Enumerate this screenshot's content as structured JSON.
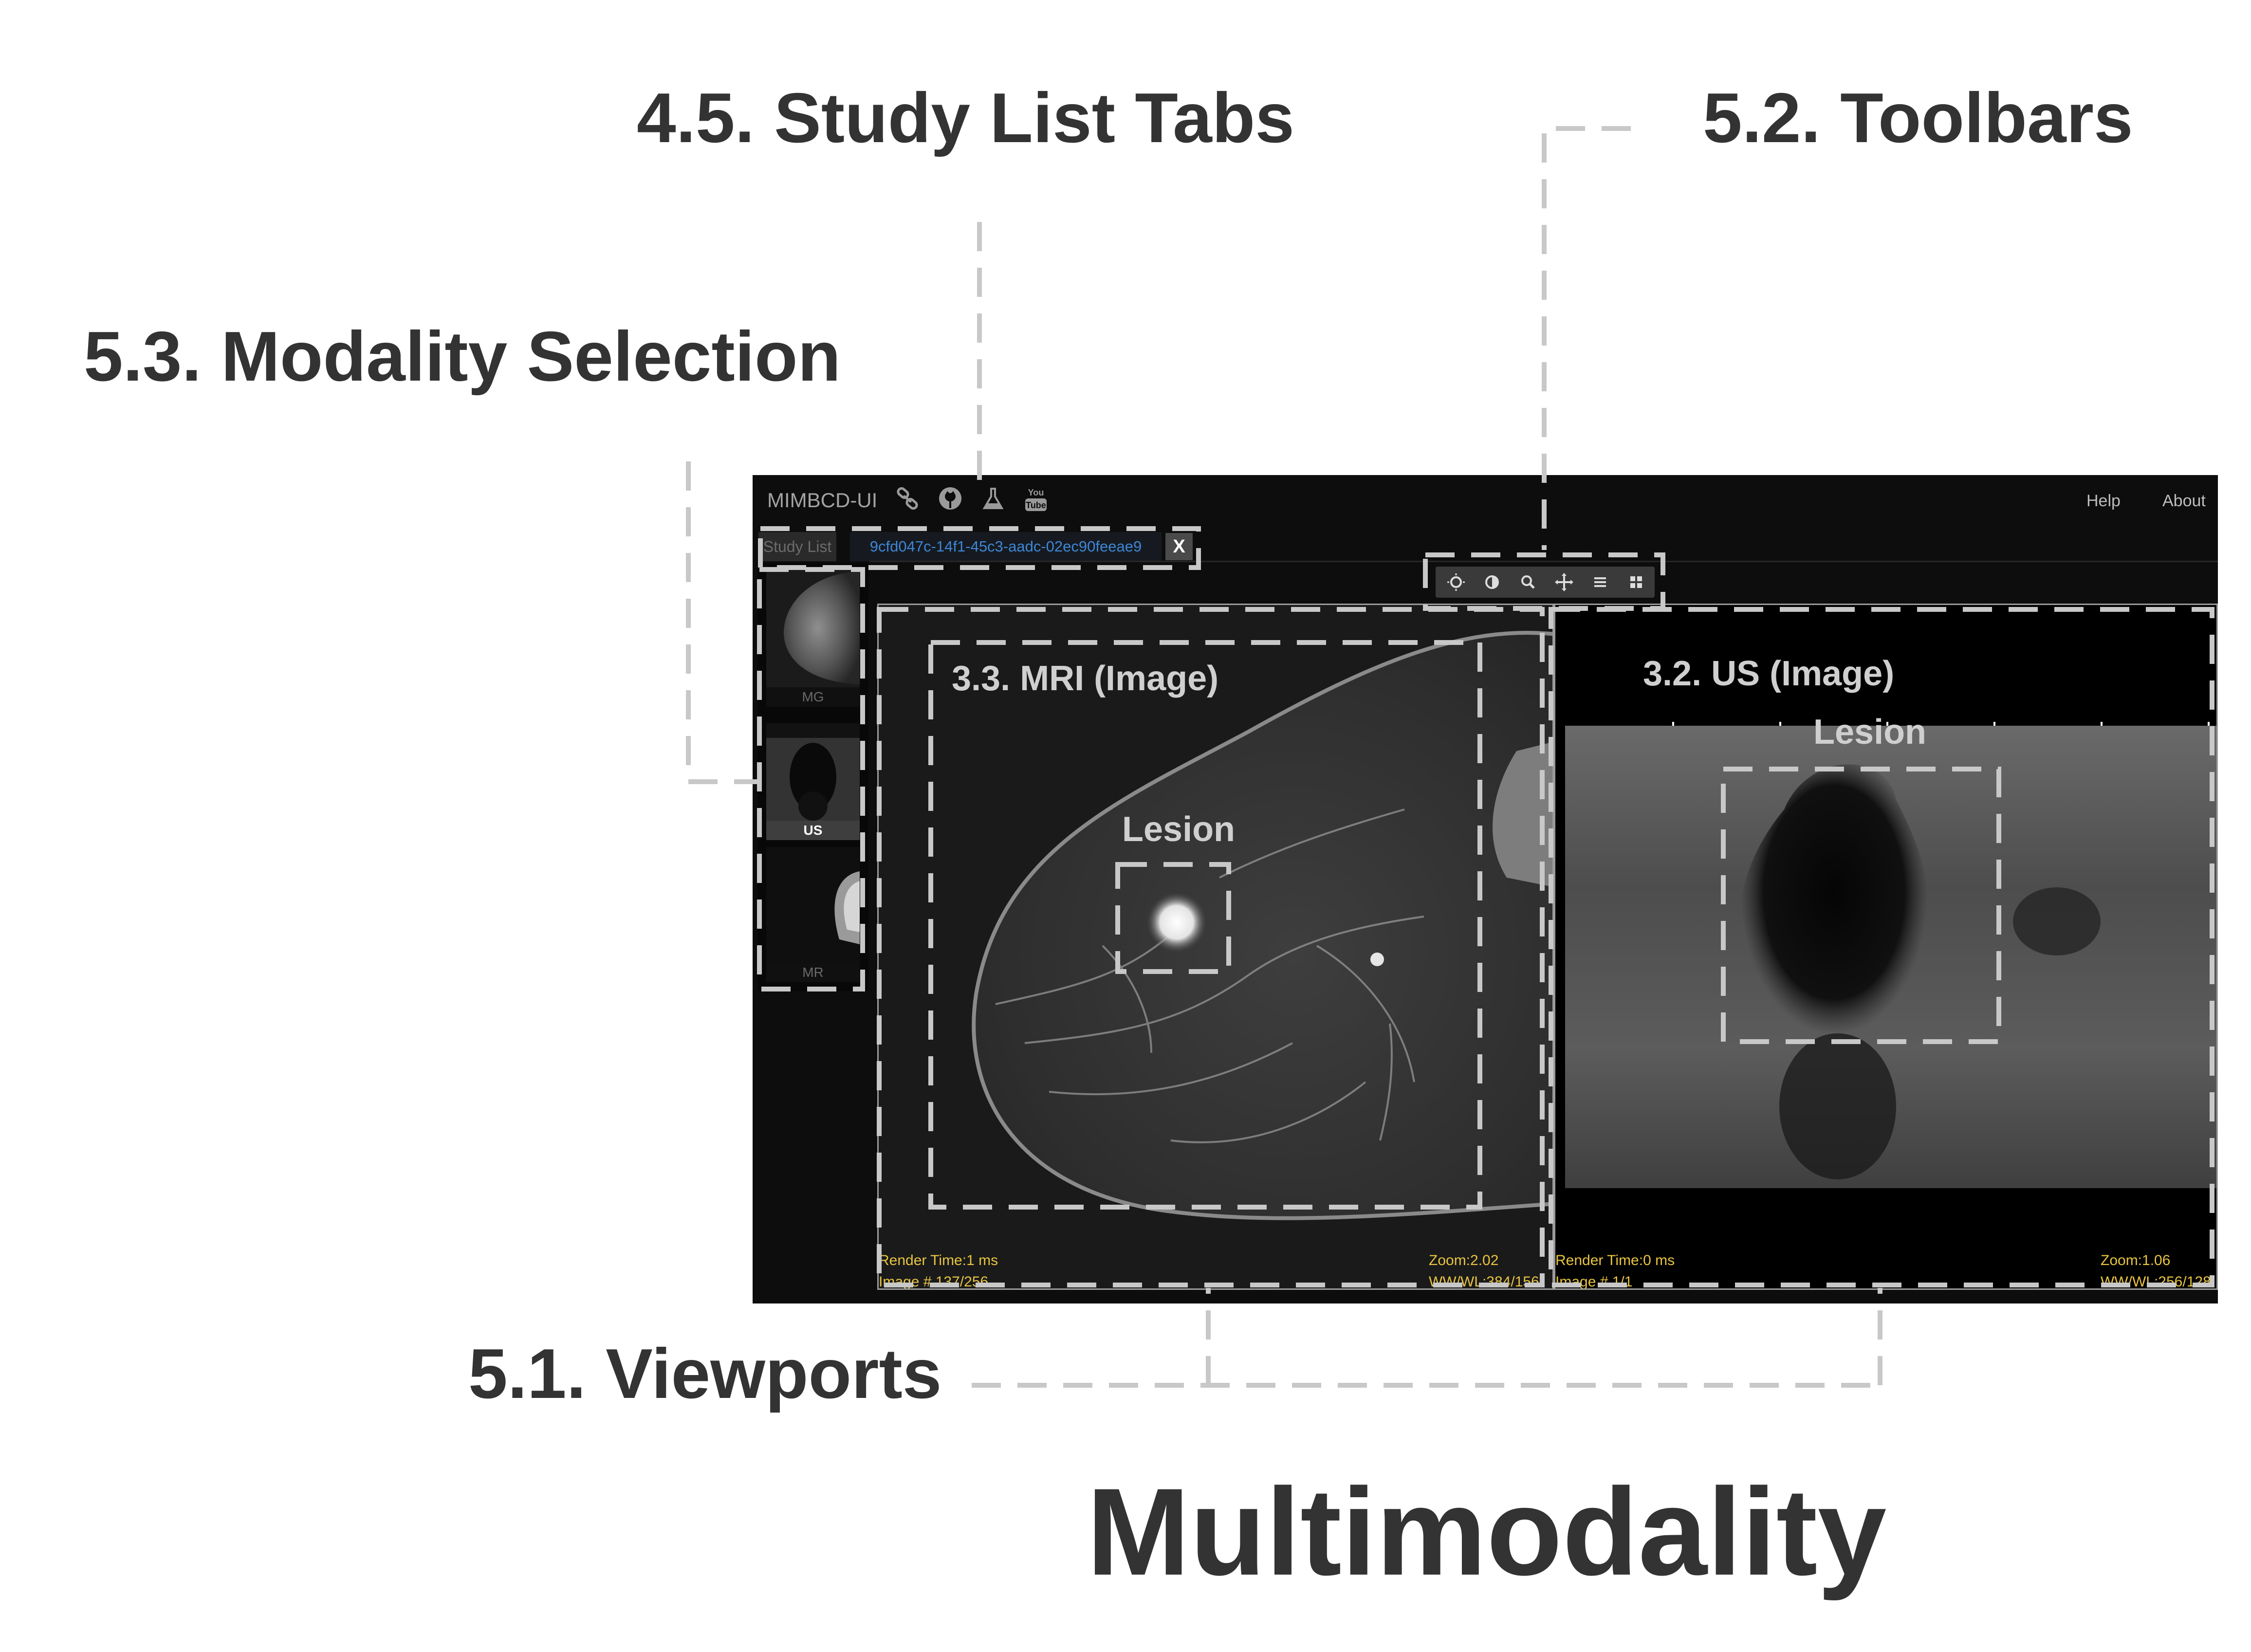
{
  "callouts": {
    "study_list_tabs": "4.5. Study List Tabs",
    "toolbars": "5.2. Toolbars",
    "modality_selection": "5.3. Modality Selection",
    "viewports": "5.1. Viewports"
  },
  "title": "Multimodality",
  "app": {
    "brand": "MIMBCD-UI",
    "header_icons": [
      "link-icon",
      "github-icon",
      "flask-icon",
      "youtube-icon"
    ],
    "youtube_icon_text": {
      "top": "You",
      "bottom": "Tube"
    },
    "nav": {
      "help": "Help",
      "about": "About"
    },
    "tabs": {
      "study_list": "Study List",
      "study_id": "9cfd047c-14f1-45c3-aadc-02ec90feeae9",
      "close": "X"
    },
    "toolbar_icons": [
      "wwwc-icon",
      "invert-icon",
      "zoom-icon",
      "pan-icon",
      "stack-scroll-icon",
      "layout-icon"
    ],
    "thumbnails": [
      {
        "label": "MG",
        "active": false
      },
      {
        "label": "US",
        "active": true
      },
      {
        "label": "MR",
        "active": false
      }
    ],
    "viewports": {
      "left": {
        "image_label": "3.3. MRI (Image)",
        "lesion_label": "Lesion",
        "render_time": "Render Time:1 ms",
        "image_index": "Image # 137/256",
        "zoom": "Zoom:2.02",
        "wwwl": "WW/WL:384/156"
      },
      "right": {
        "image_label": "3.2. US (Image)",
        "lesion_label": "Lesion",
        "render_time": "Render Time:0 ms",
        "image_index": "Image # 1/1",
        "zoom": "Zoom:1.06",
        "wwwl": "WW/WL:256/128"
      }
    }
  },
  "colors": {
    "callout_text": "#333333",
    "dashed_lines": "#c8c8c8",
    "overlay_text": "#e8c441",
    "study_tab_text": "#3d87d6"
  }
}
